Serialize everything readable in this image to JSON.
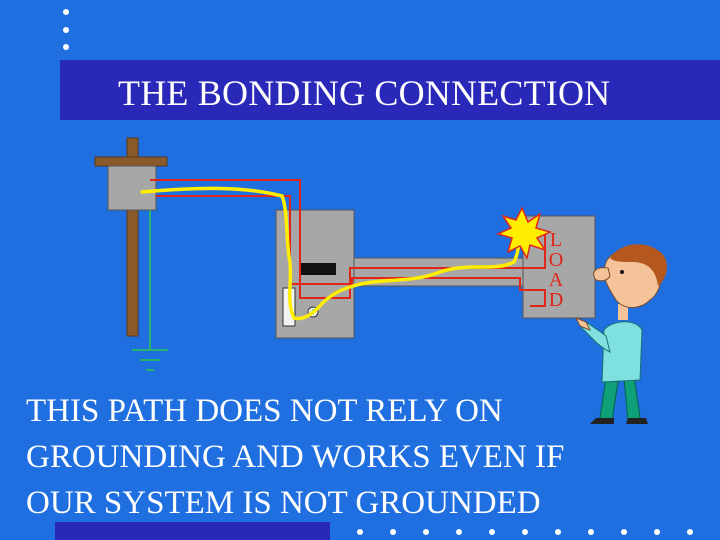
{
  "title": "THE BONDING CONNECTION",
  "load_letters": [
    "L",
    "O",
    "A",
    "D"
  ],
  "body_lines": [
    "THIS PATH DOES NOT RELY ON",
    "GROUNDING AND WORKS EVEN IF",
    "OUR SYSTEM  IS NOT GROUNDED"
  ],
  "colors": {
    "background": "#1f6fe0",
    "title_bar": "#2a28b8",
    "hot_wire": "#e0261b",
    "fault_path": "#ffee00",
    "ground_wire": "#28c84a",
    "pole": "#8b5a2b",
    "panel": "#a7a7a7",
    "load_text": "#e0261b"
  },
  "icons": {
    "fault_spark": "spark-icon",
    "person": "person-pointing-icon"
  }
}
